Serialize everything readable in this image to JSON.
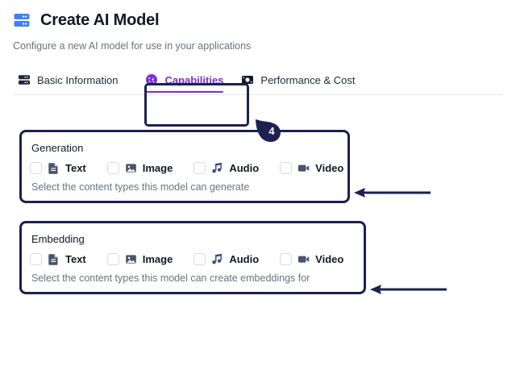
{
  "header": {
    "icon": "database-icon",
    "title": "Create AI Model",
    "subtitle": "Configure a new AI model for use in your applications"
  },
  "tabs": [
    {
      "id": "basic-information",
      "label": "Basic Information",
      "icon": "server-icon",
      "active": false
    },
    {
      "id": "capabilities",
      "label": "Capabilities",
      "icon": "gauge-icon",
      "active": true
    },
    {
      "id": "performance-cost",
      "label": "Performance & Cost",
      "icon": "banknote-icon",
      "active": false
    }
  ],
  "annotation": {
    "step_number": "4",
    "highlight_target": "capabilities-tab",
    "arrow_color": "#1c2151",
    "badge_color": "#1c2151",
    "highlight_color": "#1c2151"
  },
  "sections": [
    {
      "id": "generation",
      "title": "Generation",
      "help": "Select the content types this model can generate",
      "options": [
        {
          "id": "text",
          "label": "Text",
          "icon": "file-text-icon",
          "checked": false
        },
        {
          "id": "image",
          "label": "Image",
          "icon": "image-icon",
          "checked": false
        },
        {
          "id": "audio",
          "label": "Audio",
          "icon": "music-note-icon",
          "checked": false
        },
        {
          "id": "video",
          "label": "Video",
          "icon": "video-camera-icon",
          "checked": false
        }
      ]
    },
    {
      "id": "embedding",
      "title": "Embedding",
      "help": "Select the content types this model can create embeddings for",
      "options": [
        {
          "id": "text",
          "label": "Text",
          "icon": "file-text-icon",
          "checked": false
        },
        {
          "id": "image",
          "label": "Image",
          "icon": "image-icon",
          "checked": false
        },
        {
          "id": "audio",
          "label": "Audio",
          "icon": "music-note-icon",
          "checked": false
        },
        {
          "id": "video",
          "label": "Video",
          "icon": "video-camera-icon",
          "checked": false
        }
      ]
    }
  ],
  "colors": {
    "accent_purple": "#7c2fd4",
    "brand_blue": "#3b82f6",
    "annotation_navy": "#1c2151",
    "muted_text": "#6b7280"
  }
}
